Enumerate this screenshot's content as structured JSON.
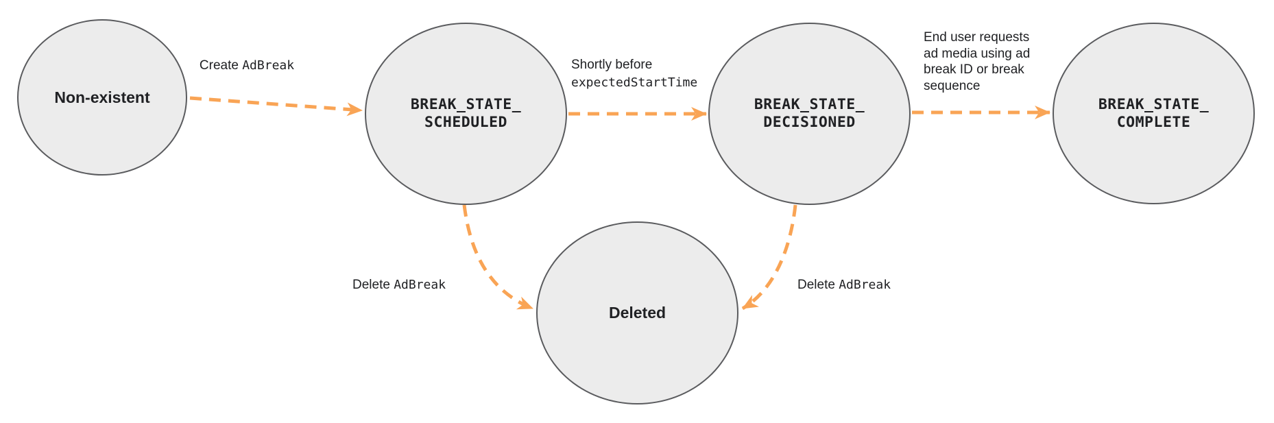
{
  "diagram": {
    "description": "Ad break state transition diagram",
    "arrow_style": "dashed",
    "colors": {
      "background": "#ffffff",
      "node-fill": "#ececec",
      "node-stroke": "#5a5b5e",
      "arrow": "#f9a455",
      "text": "#202124"
    },
    "states": [
      {
        "id": "non-existent",
        "lines": [
          "Non-existent"
        ],
        "text_style": "sans"
      },
      {
        "id": "break-state-scheduled",
        "lines": [
          "BREAK_STATE_",
          "SCHEDULED"
        ],
        "text_style": "mono"
      },
      {
        "id": "break-state-decisioned",
        "lines": [
          "BREAK_STATE_",
          "DECISIONED"
        ],
        "text_style": "mono"
      },
      {
        "id": "break-state-complete",
        "lines": [
          "BREAK_STATE_",
          "COMPLETE"
        ],
        "text_style": "mono"
      },
      {
        "id": "deleted",
        "lines": [
          "Deleted"
        ],
        "text_style": "sans"
      }
    ],
    "transitions": [
      {
        "from": "non-existent",
        "to": "break-state-scheduled",
        "label_text": "Create ",
        "label_code": "AdBreak"
      },
      {
        "from": "break-state-scheduled",
        "to": "break-state-decisioned",
        "label_text": "Shortly before",
        "label_code": "expectedStartTime"
      },
      {
        "from": "break-state-decisioned",
        "to": "break-state-complete",
        "label_lines": [
          "End user requests",
          "ad media using ad",
          "break ID or break",
          "sequence"
        ]
      },
      {
        "from": "break-state-scheduled",
        "to": "deleted",
        "label_text": "Delete ",
        "label_code": "AdBreak"
      },
      {
        "from": "break-state-decisioned",
        "to": "deleted",
        "label_text": "Delete ",
        "label_code": "AdBreak"
      }
    ]
  }
}
